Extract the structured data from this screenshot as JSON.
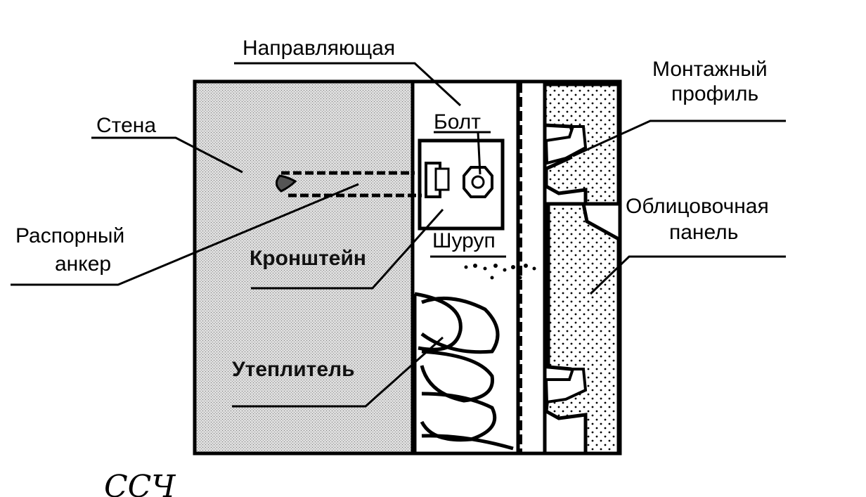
{
  "labels": {
    "guide": "Направляющая",
    "mounting_profile_1": "Монтажный",
    "mounting_profile_2": "профиль",
    "wall": "Стена",
    "bolt": "Болт",
    "cladding_panel_1": "Облицовочная",
    "cladding_panel_2": "панель",
    "expansion_anchor_1": "Распорный",
    "expansion_anchor_2": "анкер",
    "bracket": "Кронштейн",
    "screw": "Шуруп",
    "insulation": "Утеплитель"
  },
  "handwritten_note": "ССЧ",
  "colors": {
    "ink": "#000000",
    "wall_fill": "#d6d6d6",
    "panel_fill": "#ffffff",
    "background": "#ffffff"
  }
}
